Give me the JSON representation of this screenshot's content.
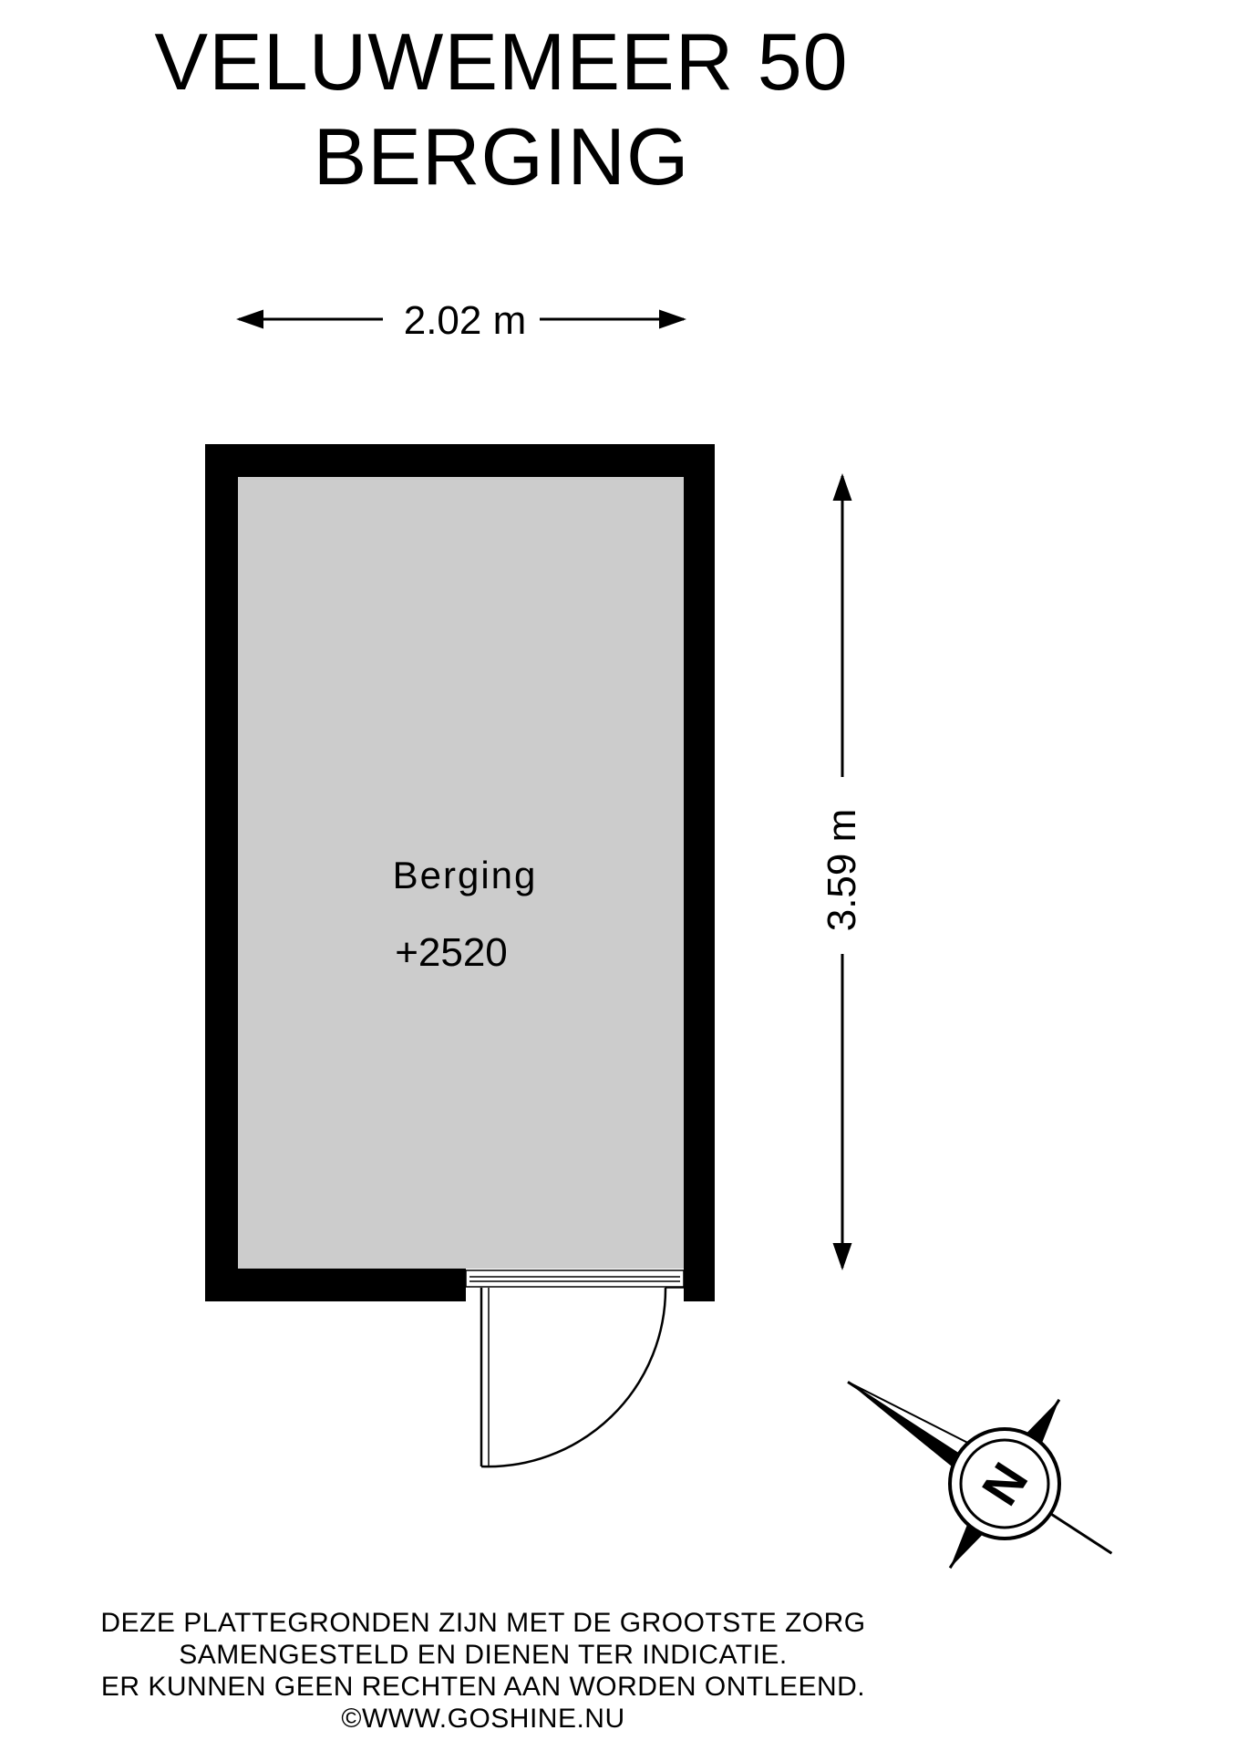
{
  "title": {
    "line1": "VELUWEMEER 50",
    "line2": "BERGING"
  },
  "dimensions": {
    "width": "2.02 m",
    "height": "3.59 m"
  },
  "room": {
    "name": "Berging",
    "level": "+2520"
  },
  "compass": {
    "label": "N"
  },
  "disclaimer": {
    "line1": "DEZE PLATTEGRONDEN ZIJN MET DE GROOTSTE ZORG",
    "line2": "SAMENGESTELD EN DIENEN TER INDICATIE.",
    "line3": "ER KUNNEN GEEN RECHTEN AAN WORDEN ONTLEEND.",
    "line4": "©WWW.GOSHINE.NU"
  },
  "colors": {
    "wall": "#000000",
    "floor": "#cccccc",
    "background": "#ffffff"
  }
}
